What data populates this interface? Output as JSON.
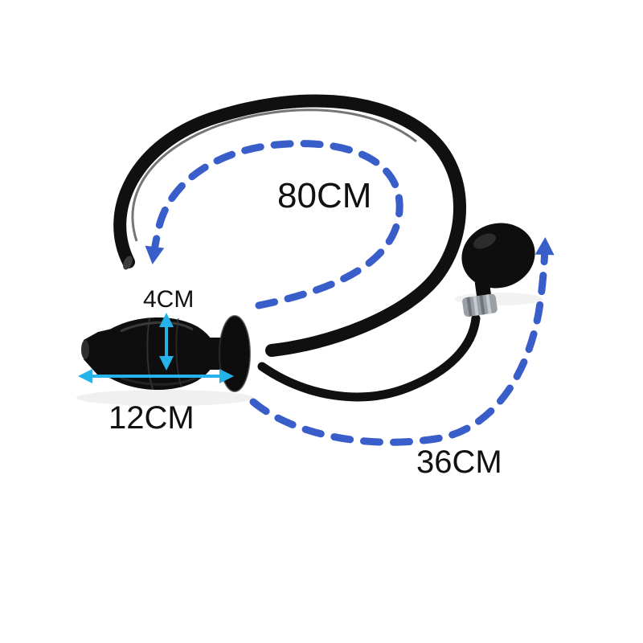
{
  "product_image": {
    "description": "inflatable-pump-plug-product-photo",
    "annotations": {
      "tube_length_label": "80CM",
      "plug_height_label": "4CM",
      "plug_length_label": "12CM",
      "pump_tube_length_label": "36CM"
    },
    "colors": {
      "background": "#ffffff",
      "product_black": "#0e0e0e",
      "dashed_measure_arrow": "#3a5ec9",
      "dimension_arrow_cyan": "#25b4ea",
      "valve_metal": "#9aa0a6",
      "label_text": "#111111"
    }
  }
}
